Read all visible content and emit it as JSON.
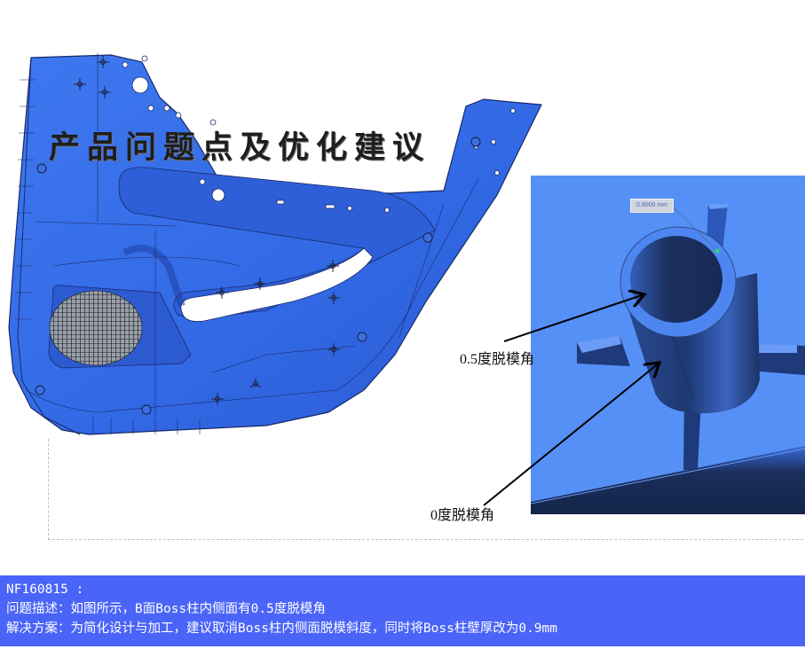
{
  "slide": {
    "title": "产品问题点及优化建议",
    "colors": {
      "part_blue": "#3a6fe8",
      "inset_bg": "#5590f7",
      "boss_dark": "#1b3366",
      "info_bar": "#4a64f8"
    }
  },
  "inset": {
    "measurement_label": "0.8000 mm"
  },
  "callouts": {
    "inner_draft": "0.5度脱模角",
    "outer_draft": "0度脱模角"
  },
  "info_bar": {
    "code": "NF160815 :",
    "problem_line": "问题描述：如图所示，B面Boss柱内侧面有0.5度脱模角",
    "solution_line": "解决方案：为简化设计与加工，建议取消Boss柱内侧面脱模斜度，同时将Boss柱壁厚改为0.9mm"
  }
}
